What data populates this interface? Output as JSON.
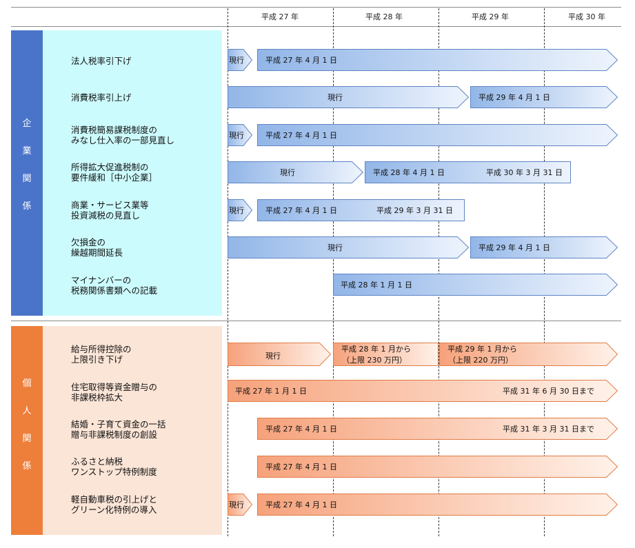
{
  "years": [
    "平成 27 年",
    "平成 28 年",
    "平成 29 年",
    "平成 30 年"
  ],
  "sections": {
    "corporate": {
      "chars": [
        "企",
        "業",
        "関",
        "係"
      ]
    },
    "personal": {
      "chars": [
        "個",
        "人",
        "関",
        "係"
      ]
    }
  },
  "corporate_items": [
    {
      "line1": "法人税率引下げ",
      "line2": ""
    },
    {
      "line1": "消費税率引上げ",
      "line2": ""
    },
    {
      "line1": "消費税簡易課税制度の",
      "line2": "みなし仕入率の一部見直し"
    },
    {
      "line1": "所得拡大促進税制の",
      "line2": "要件緩和［中小企業］"
    },
    {
      "line1": "商業・サービス業等",
      "line2": "投資減税の見直し"
    },
    {
      "line1": "欠損金の",
      "line2": "繰越期間延長"
    },
    {
      "line1": "マイナンバーの",
      "line2": "税務関係書類への記載"
    }
  ],
  "personal_items": [
    {
      "line1": "給与所得控除の",
      "line2": "上限引き下げ"
    },
    {
      "line1": "住宅取得等資金贈与の",
      "line2": "非課税枠拡大"
    },
    {
      "line1": "結婚・子育て資金の一括",
      "line2": "贈与非課税制度の創設"
    },
    {
      "line1": "ふるさと納税",
      "line2": "ワンストップ特例制度"
    },
    {
      "line1": "軽自動車税の引上げと",
      "line2": "グリーン化特例の導入"
    }
  ],
  "bar_texts": {
    "current": "現行",
    "h27_apr1": "平成 27 年 4 月 1 日",
    "h29_apr1": "平成 29 年 4 月 1 日",
    "h28_apr1": "平成 28 年 4 月 1 日",
    "h30_mar31": "平成 30 年 3 月 31 日",
    "h29_mar31": "平成 29 年 3 月 31 日",
    "h28_jan1": "平成 28 年 1 月 1 日",
    "h28_jan_from": "平成 28 年 1 月から",
    "limit_230": "（上限 230 万円）",
    "h29_jan_from": "平成 29 年 1 月から",
    "limit_220": "（上限 220 万円）",
    "h27_jan1": "平成 27 年 1 月 1 日",
    "h31_jun30_until": "平成 31 年 6 月 30 日まで",
    "h31_mar31_until": "平成 31 年 3 月 31 日まで"
  },
  "colors": {
    "corp_band": "#4a74c9",
    "corp_light": "#ccfbfd",
    "pers_band": "#ed7f3b",
    "pers_light": "#fbe5d7",
    "blue_start": "#92b6e8",
    "blue_end": "#eef4fd",
    "blue_stroke": "#5e84c4",
    "orange_start": "#f6a27b",
    "orange_end": "#fff2ea",
    "orange_stroke": "#e07b45"
  }
}
